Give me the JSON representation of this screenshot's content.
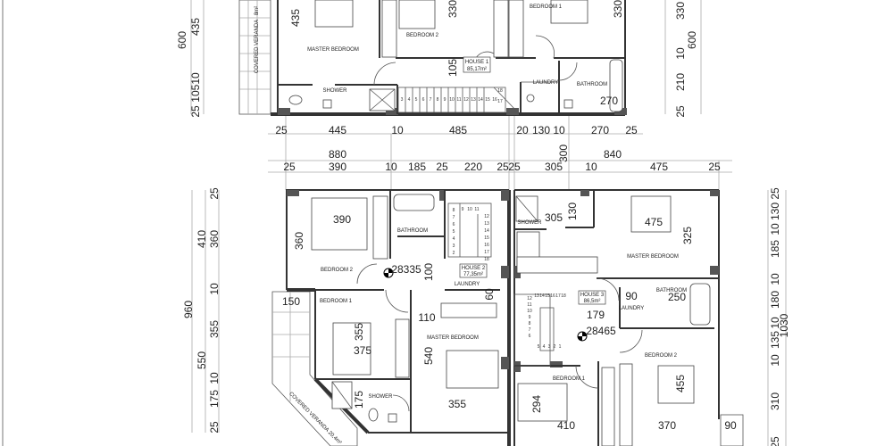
{
  "house1": {
    "rooms": {
      "master_bedroom": "MASTER BEDROOM",
      "bedroom2": "BEDROOM 2",
      "bedroom1": "BEDROOM 1",
      "shower": "SHOWER",
      "laundry": "LAUNDRY",
      "bathroom": "BATHROOM",
      "veranda": "COVERED VERANDA",
      "veranda_area": "8m²"
    },
    "tag": {
      "name": "HOUSE 1",
      "area": "85,17m²"
    },
    "inner_dims": {
      "master": "435",
      "bed2": "330",
      "bed1": "330",
      "hall": "105",
      "bath": "270"
    },
    "left_dims": {
      "total": "600",
      "a": "435",
      "b": "10510",
      "c": "25"
    },
    "right_dims": {
      "a": "330",
      "total": "600",
      "b": "10",
      "c": "210",
      "d": "25"
    },
    "bottom_dims": [
      "25",
      "445",
      "10",
      "485",
      "20",
      "130",
      "10",
      "270",
      "25"
    ],
    "stairs": [
      "3",
      "4",
      "5",
      "6",
      "7",
      "8",
      "9",
      "10",
      "11",
      "12",
      "13",
      "14",
      "15",
      "16",
      "17",
      "18"
    ]
  },
  "middle_dims": {
    "h2_total": "880",
    "h3_total": "840",
    "gap": "300",
    "row": [
      "25",
      "390",
      "10",
      "185",
      "25",
      "220",
      "25",
      "25",
      "305",
      "10",
      "475",
      "25"
    ]
  },
  "house2": {
    "rooms": {
      "bedroom2": "BEDROOM 2",
      "bathroom": "BATHROOM",
      "laundry": "LAUNDRY",
      "bedroom1": "BEDROOM 1",
      "master_bedroom": "MASTER BEDROOM",
      "shower": "SHOWER",
      "veranda": "COVERED VERANDA  20,4m²"
    },
    "tag": {
      "name": "HOUSE 2",
      "area": "77,35m²"
    },
    "level": "28335",
    "inner_dims": {
      "bed2_w": "390",
      "bed2_h": "360",
      "hall": "100",
      "laundry": "60",
      "veranda": "150",
      "closet": "110",
      "bed1_h": "355",
      "bed1_w": "375",
      "master_h": "540",
      "shower_h": "175",
      "master_w": "355"
    },
    "left_dims": {
      "a": "410",
      "b": "360",
      "c": "25",
      "d": "10",
      "total": "960",
      "e": "355",
      "f": "550",
      "g": "10",
      "h": "175",
      "i": "25"
    },
    "stairs": [
      "2",
      "3",
      "4",
      "5",
      "6",
      "7",
      "8",
      "9",
      "10",
      "11",
      "12",
      "13",
      "14",
      "15",
      "16",
      "17",
      "18"
    ]
  },
  "house3": {
    "rooms": {
      "shower": "SHOWER",
      "master_bedroom": "MASTER BEDROOM",
      "bathroom": "BATHROOM",
      "laundry": "LAUNDRY",
      "bedroom2": "BEDROOM 2",
      "bedroom1": "BEDROOM 1"
    },
    "tag": {
      "name": "HOUSE 3",
      "area": "86,5m²"
    },
    "level": "28465",
    "inner_dims": {
      "shower_w": "305",
      "shower_h": "130",
      "master_w": "475",
      "master_h": "325",
      "laundry_w": "90",
      "bath_w": "250",
      "hall": "179",
      "bed2_h": "455",
      "bed1_h": "294",
      "bed1_w": "410",
      "bed2_w": "370",
      "veranda": "90"
    },
    "right_dims": {
      "a": "25",
      "b": "130",
      "c": "10",
      "d": "185",
      "e": "10",
      "f": "180",
      "g": "10",
      "total": "1030",
      "h": "135",
      "i": "10",
      "j": "310",
      "k": "25"
    },
    "stairs": [
      "1",
      "2",
      "3",
      "4",
      "5",
      "6",
      "7",
      "8",
      "9",
      "10",
      "11",
      "12",
      "13",
      "14",
      "15",
      "16",
      "17",
      "18"
    ]
  }
}
